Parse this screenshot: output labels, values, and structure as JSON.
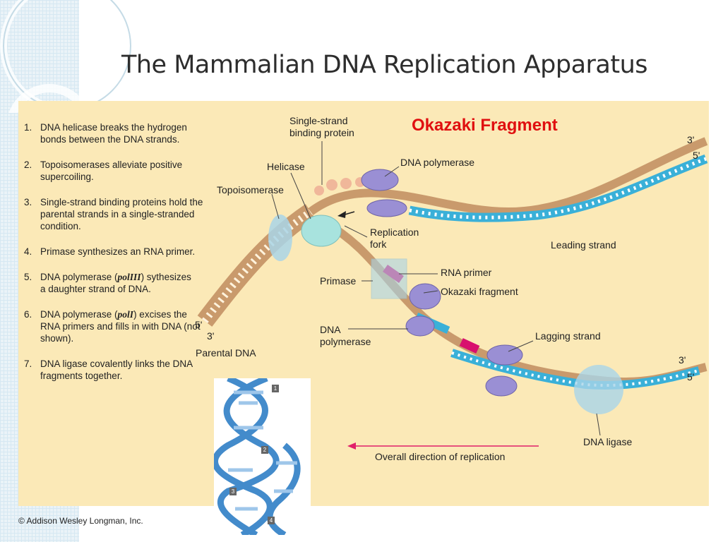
{
  "slide": {
    "title": "The Mammalian DNA Replication Apparatus",
    "highlight": "Okazaki Fragment",
    "copyright": "© Addison Wesley Longman, Inc."
  },
  "steps": [
    {
      "num": "1.",
      "text": "DNA helicase breaks the hydrogen bonds between the DNA strands."
    },
    {
      "num": "2.",
      "text": "Topoisomerases alleviate positive supercoiling."
    },
    {
      "num": "3.",
      "text": "Single-strand binding proteins hold the parental strands in a single-stranded condition."
    },
    {
      "num": "4.",
      "text": "Primase synthesizes an RNA primer."
    },
    {
      "num": "5.",
      "pre": "DNA polymerase (",
      "enzyme": "polIII",
      "post": ") sythesizes a daughter strand of DNA."
    },
    {
      "num": "6.",
      "pre": "DNA polymerase (",
      "enzyme": "polI",
      "post": ") excises the RNA primers and fills in with DNA (not shown)."
    },
    {
      "num": "7.",
      "text": "DNA ligase covalently links the DNA fragments together."
    }
  ],
  "labels": {
    "ssb": "Single-strand\nbinding protein",
    "dna_polymerase_top": "DNA polymerase",
    "helicase": "Helicase",
    "topoisomerase": "Topoisomerase",
    "replication_fork": "Replication\nfork",
    "leading_strand": "Leading strand",
    "primase": "Primase",
    "rna_primer": "RNA primer",
    "okazaki_fragment": "Okazaki fragment",
    "dna_polymerase_bottom": "DNA\npolymerase",
    "lagging_strand": "Lagging strand",
    "parental_dna": "Parental DNA",
    "dna_ligase": "DNA ligase",
    "overall_direction": "Overall direction of replication",
    "end_3_top": "3'",
    "end_5_top": "5'",
    "end_5_left": "5'",
    "end_3_left": "3'",
    "end_3_bottom": "3'",
    "end_5_bottom": "5'"
  },
  "inset": {
    "markers": [
      "1",
      "2",
      "3",
      "4"
    ]
  },
  "colors": {
    "panel": "#fbe9b7",
    "parental_strand": "#c99a6c",
    "daughter_strand": "#3ab0d8",
    "rna_primer": "#d8106e",
    "polymerase": "#9a8fd4",
    "highlight_text": "#e01010"
  }
}
